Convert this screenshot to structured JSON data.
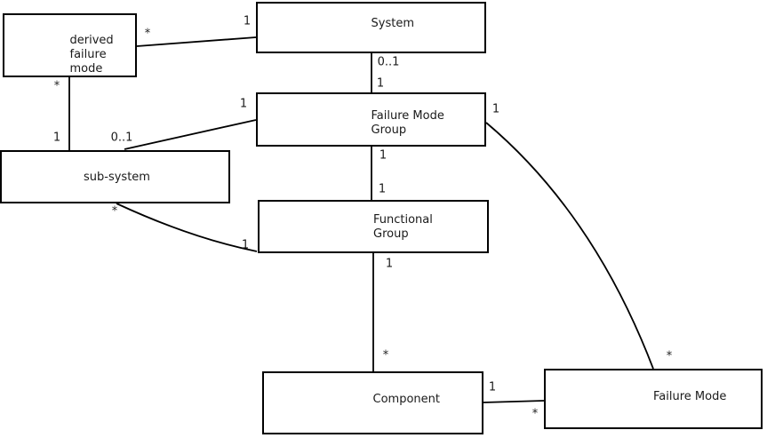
{
  "diagram": {
    "kind": "uml-class-association-diagram",
    "colors": {
      "background": "#ffffff",
      "line": "#000000",
      "text": "#1a1a1a"
    },
    "nodes": {
      "derived_failure_mode": {
        "lines": [
          "derived",
          "failure",
          "mode"
        ]
      },
      "system": {
        "lines": [
          "System"
        ]
      },
      "failure_mode_group": {
        "lines": [
          "Failure Mode",
          "Group"
        ]
      },
      "sub_system": {
        "lines": [
          "sub-system"
        ]
      },
      "functional_group": {
        "lines": [
          "Functional",
          "Group"
        ]
      },
      "component": {
        "lines": [
          "Component"
        ]
      },
      "failure_mode": {
        "lines": [
          "Failure Mode"
        ]
      }
    },
    "edges": [
      {
        "from": "derived failure mode",
        "to": "System",
        "from_mult": "*",
        "to_mult": "1"
      },
      {
        "from": "System",
        "to": "Failure Mode Group",
        "from_mult": "0..1",
        "to_mult": "1"
      },
      {
        "from": "derived failure mode",
        "to": "sub-system",
        "from_mult": "*",
        "to_mult": "1"
      },
      {
        "from": "sub-system",
        "to": "Failure Mode Group",
        "from_mult": "0..1",
        "to_mult": "1"
      },
      {
        "from": "Failure Mode Group",
        "to": "Functional Group",
        "from_mult": "1",
        "to_mult": "1"
      },
      {
        "from": "sub-system",
        "to": "Functional Group",
        "from_mult": "*",
        "to_mult": "1"
      },
      {
        "from": "Functional Group",
        "to": "Component",
        "from_mult": "1",
        "to_mult": "*"
      },
      {
        "from": "Component",
        "to": "Failure Mode",
        "from_mult": "1",
        "to_mult": "*"
      },
      {
        "from": "Failure Mode Group",
        "to": "Failure Mode",
        "from_mult": "1",
        "to_mult": "*"
      }
    ]
  }
}
